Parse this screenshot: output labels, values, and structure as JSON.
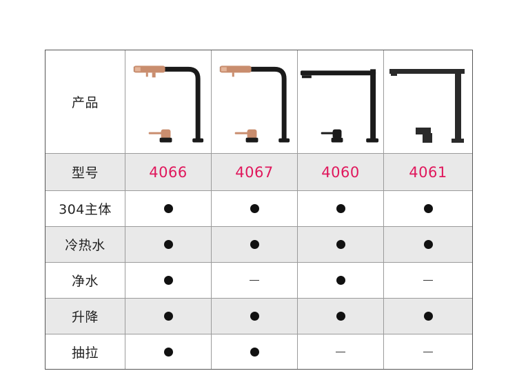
{
  "table": {
    "header_label": "产品",
    "model_row": {
      "label": "型号",
      "models": [
        "4066",
        "4067",
        "4060",
        "4061"
      ]
    },
    "model_color": "#e0175c",
    "rows": [
      {
        "label": "304主体",
        "values": [
          "dot",
          "dot",
          "dot",
          "dot"
        ]
      },
      {
        "label": "冷热水",
        "values": [
          "dot",
          "dot",
          "dot",
          "dot"
        ]
      },
      {
        "label": "净水",
        "values": [
          "dot",
          "dash",
          "dot",
          "dash"
        ]
      },
      {
        "label": "升降",
        "values": [
          "dot",
          "dot",
          "dot",
          "dot"
        ]
      },
      {
        "label": "抽拉",
        "values": [
          "dot",
          "dot",
          "dash",
          "dash"
        ]
      }
    ],
    "product_images": [
      "faucet-rosegold-pullout-icon",
      "faucet-rosegold-pullout-icon",
      "faucet-black-lift-icon",
      "faucet-black-square-lift-icon"
    ]
  }
}
